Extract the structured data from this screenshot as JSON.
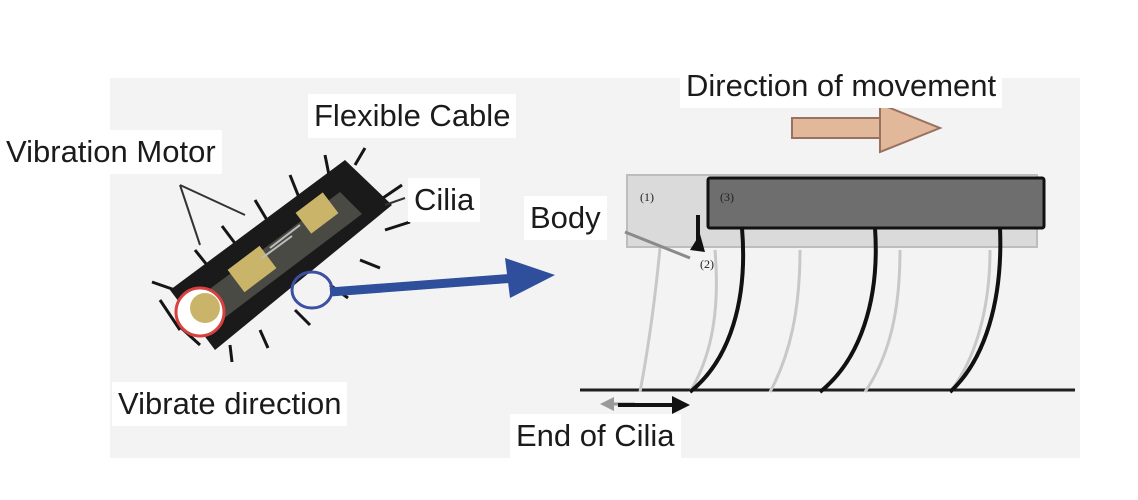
{
  "labels": {
    "vibration_motor": "Vibration Motor",
    "flexible_cable": "Flexible Cable",
    "cilia": "Cilia",
    "body": "Body",
    "vibrate_direction": "Vibrate direction",
    "direction_of_movement": "Direction of movement",
    "end_of_cilia": "End of Cilia"
  },
  "markers": {
    "m1": "(1)",
    "m2": "(2)",
    "m3": "(3)"
  },
  "colors": {
    "panel_bg": "#f3f3f3",
    "body_bar": "#6e6e6e",
    "movement_arrow": "#e2b89a",
    "blue_arrow": "#2f4f9c",
    "cilia_dark": "#111111",
    "cilia_light": "#c8c8c8",
    "motor_gold": "#c9b46a"
  }
}
